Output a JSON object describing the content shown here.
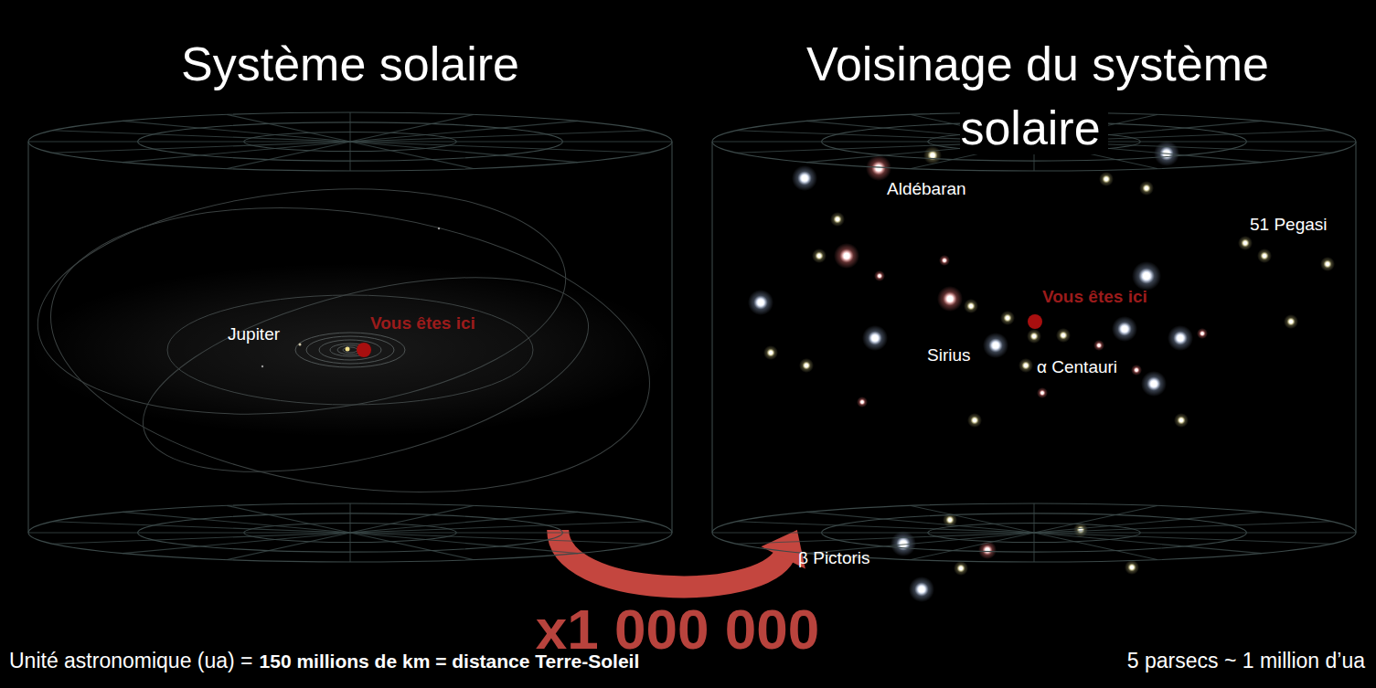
{
  "diagram": {
    "nodes": [
      {
        "text": [
          "Système solaire"
        ]
      },
      {
        "text": [
          "Voisinage du système solaire"
        ]
      }
    ],
    "edges": [
      {
        "from": 0,
        "to": 1,
        "arrow": "to",
        "label": "x1 000 000"
      }
    ],
    "labels": [
      "Jupiter",
      "Vous êtes ici",
      "Aldébaran",
      "51 Pegasi",
      "Vous êtes ici",
      "Sirius",
      "α Centauri",
      "β Pictoris",
      "Unité astronomique (ua) =",
      "150 millions de km = distance Terre-Soleil",
      "5 parsecs ~ 1 million d’ua"
    ]
  }
}
